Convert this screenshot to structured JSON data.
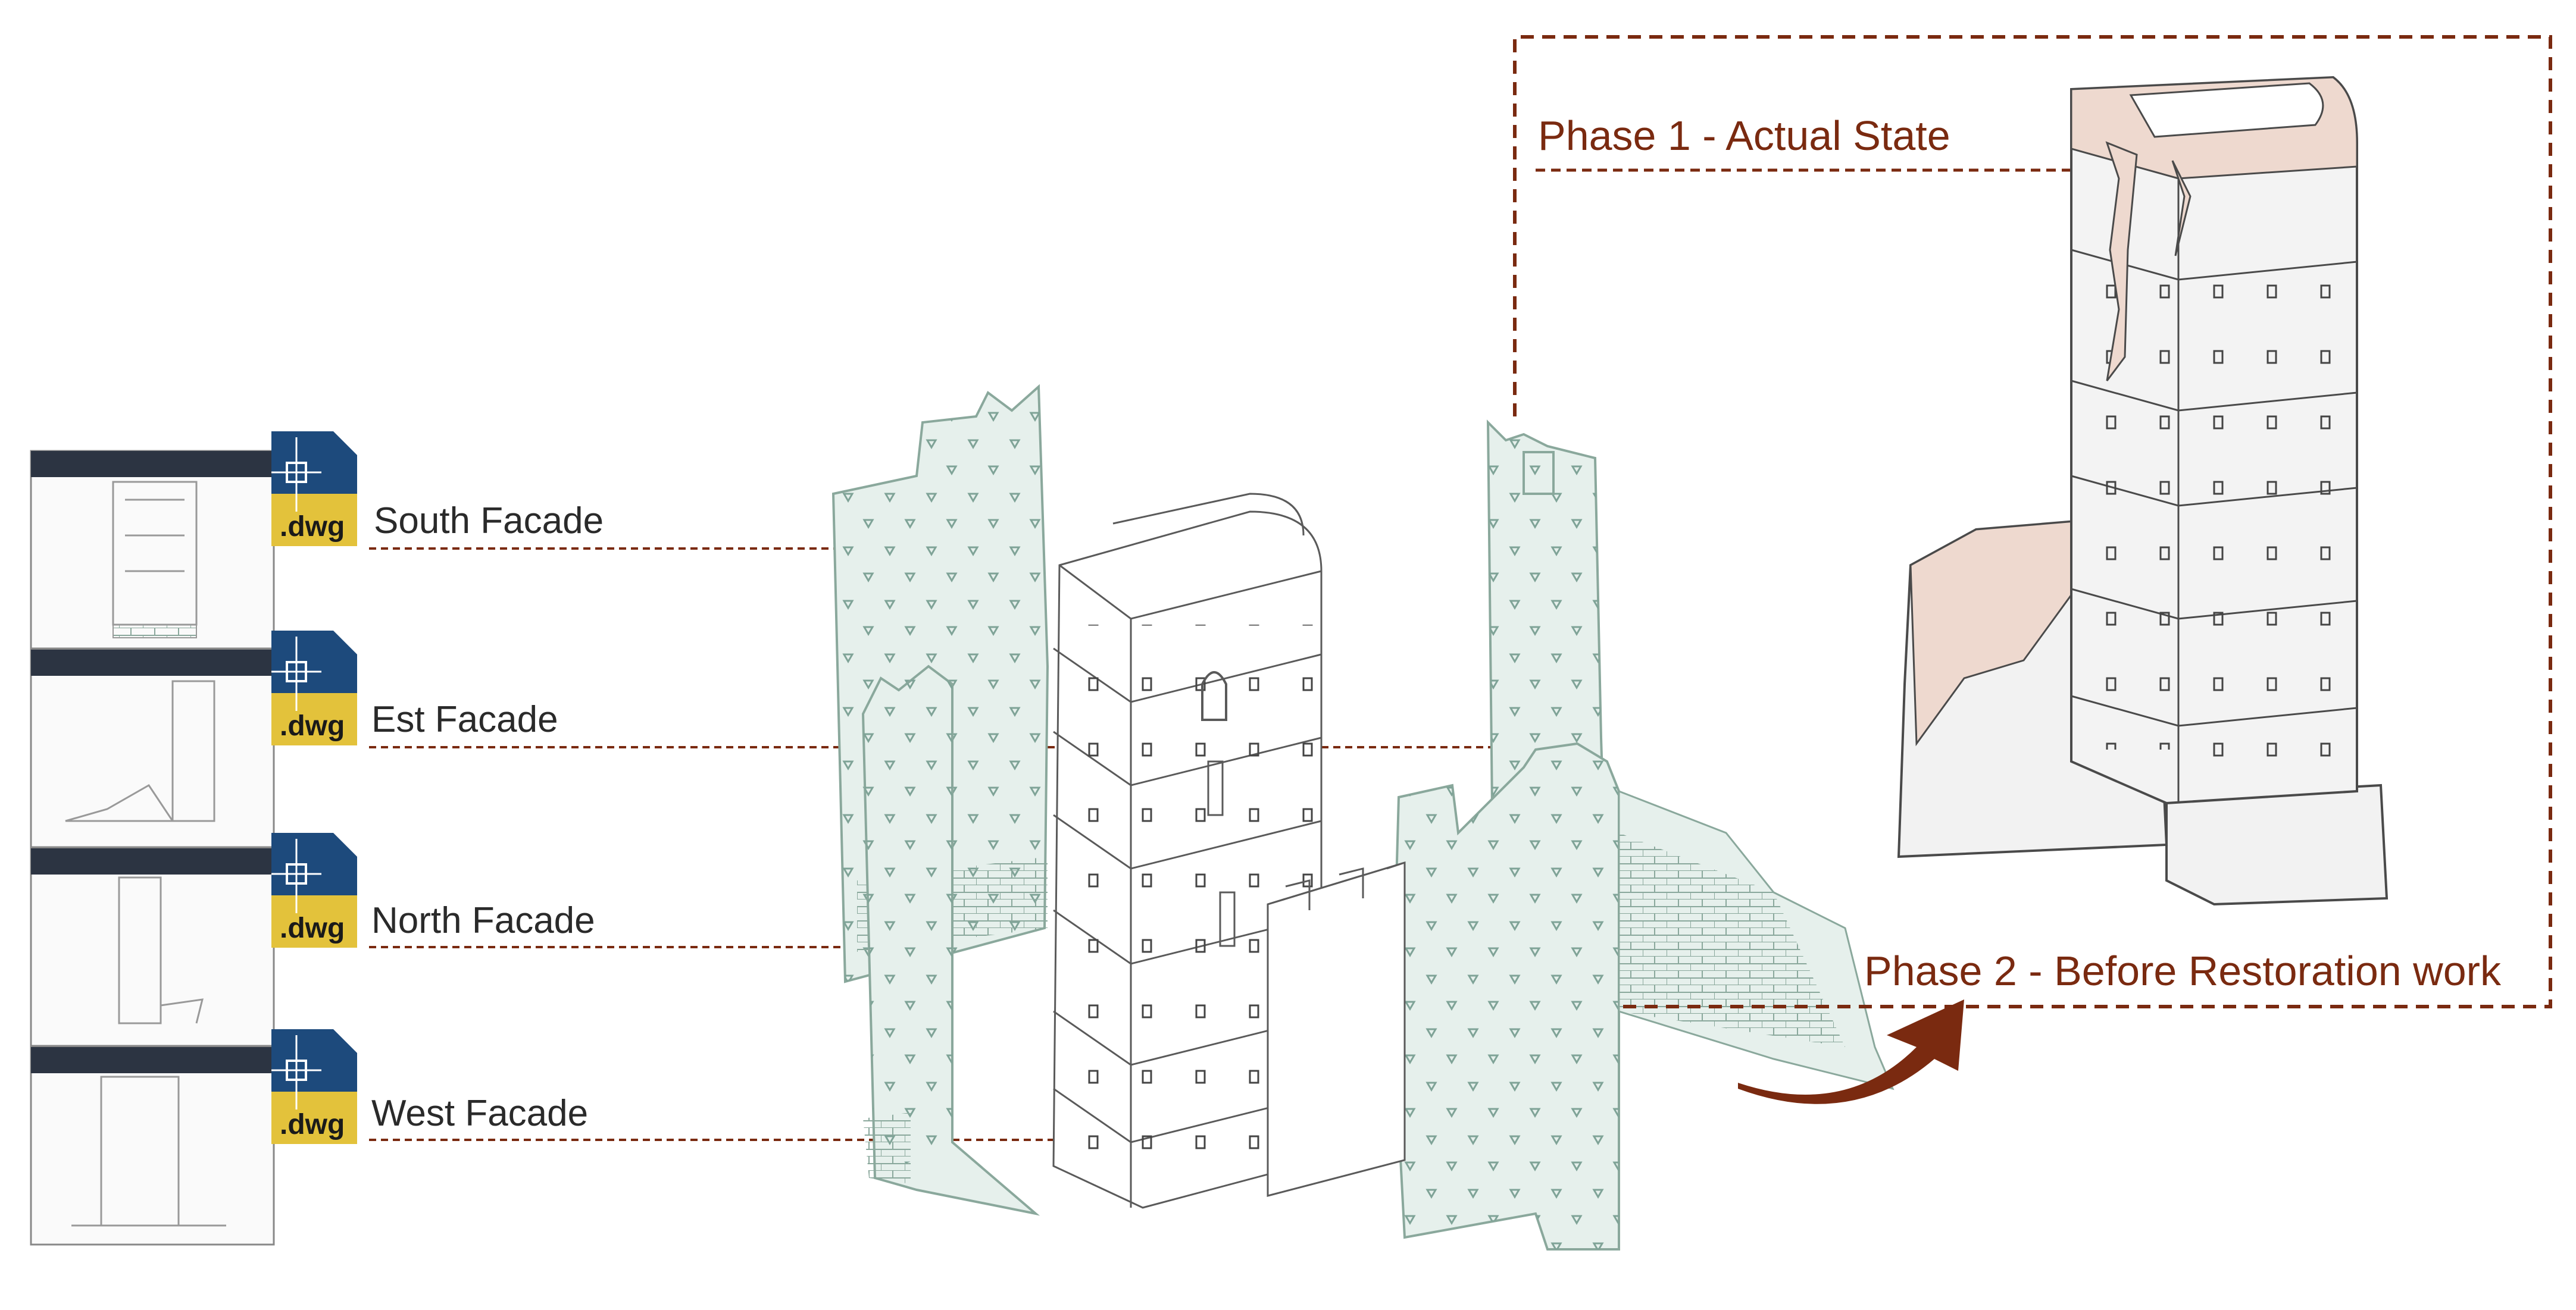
{
  "colors": {
    "accent": "#7a2a10",
    "panel_fill": "#e6f0ec",
    "panel_stroke": "#8aa89c",
    "tower_stroke": "#5a5a5a",
    "ruin_fill": "#eed9cf",
    "dwg_blue": "#1d4a7c",
    "dwg_gold": "#e3c23b"
  },
  "files": [
    {
      "label": "South Facade",
      "ext": ".dwg",
      "icon": "dwg-file-icon"
    },
    {
      "label": "Est Facade",
      "ext": ".dwg",
      "icon": "dwg-file-icon"
    },
    {
      "label": "North Facade",
      "ext": ".dwg",
      "icon": "dwg-file-icon"
    },
    {
      "label": "West Facade",
      "ext": ".dwg",
      "icon": "dwg-file-icon"
    }
  ],
  "phases": {
    "phase1": "Phase 1 - Actual State",
    "phase2": "Phase 2 - Before Restoration work"
  }
}
